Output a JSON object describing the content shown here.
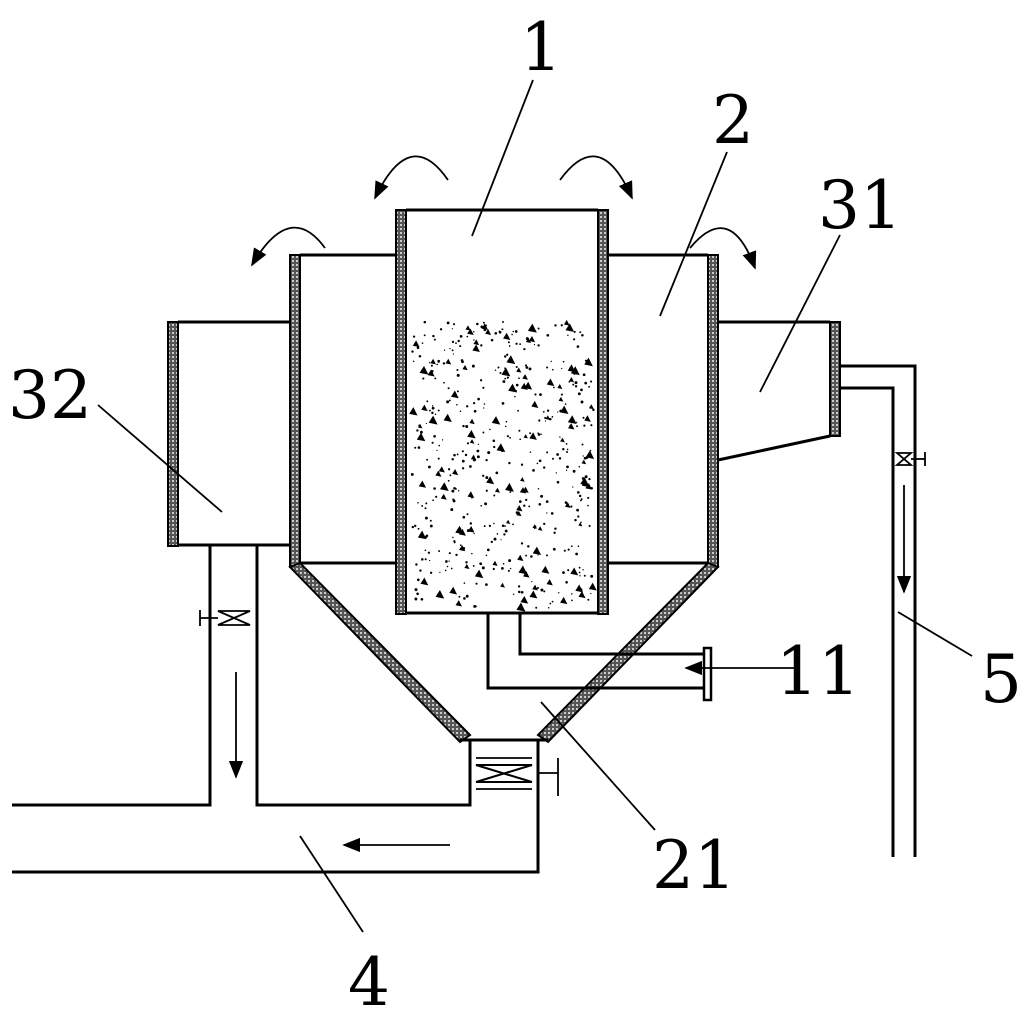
{
  "labels": {
    "l1": "1",
    "l2": "2",
    "l31": "31",
    "l32": "32",
    "l11": "11",
    "l5": "5",
    "l21": "21",
    "l4": "4"
  }
}
